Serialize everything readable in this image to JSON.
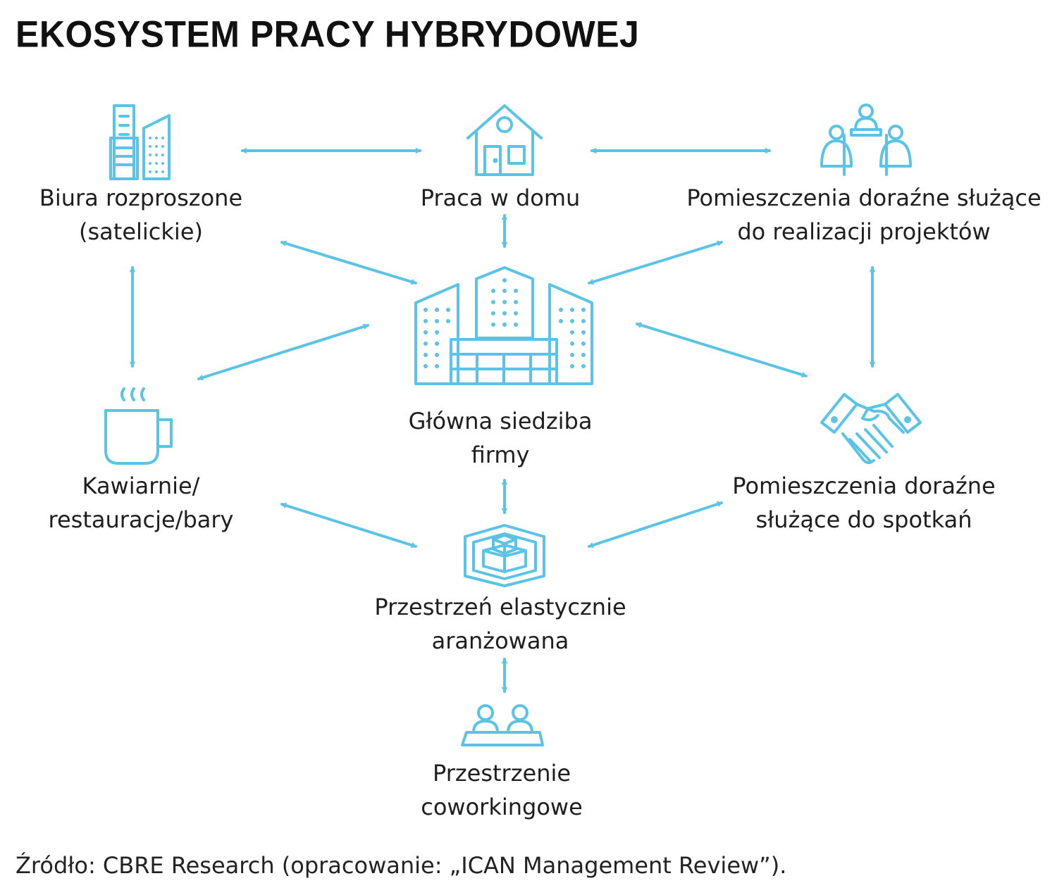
{
  "title": "EKOSYSTEM PRACY HYBRYDOWEJ",
  "colors": {
    "accent": "#5bc4e6",
    "text": "#1e1e1e"
  },
  "nodes": {
    "satellite_offices": {
      "icon": "office-buildings-icon",
      "line1": "Biura rozproszone",
      "line2": "(satelickie)"
    },
    "home_office": {
      "icon": "house-icon",
      "line1": "Praca w domu"
    },
    "project_rooms": {
      "icon": "meeting-table-icon",
      "line1": "Pomieszczenia doraźne służące",
      "line2": "do realizacji projektów"
    },
    "cafes": {
      "icon": "coffee-cup-icon",
      "line1": "Kawiarnie/",
      "line2": "restauracje/bary"
    },
    "headquarters": {
      "icon": "headquarters-icon",
      "line1": "Główna siedziba",
      "line2": "firmy"
    },
    "meeting_rooms": {
      "icon": "handshake-icon",
      "line1": "Pomieszczenia doraźne",
      "line2": "służące do spotkań"
    },
    "flexible_space": {
      "icon": "flexible-space-icon",
      "line1": "Przestrzeń elastycznie",
      "line2": "aranżowana"
    },
    "coworking": {
      "icon": "coworking-icon",
      "line1": "Przestrzenie",
      "line2": "coworkingowe"
    }
  },
  "source": "Źródło: CBRE Research (opracowanie: „ICAN Management Review”)."
}
